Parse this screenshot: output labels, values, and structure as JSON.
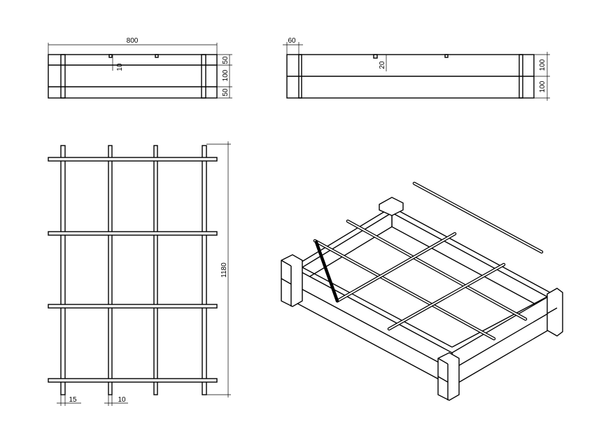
{
  "views": {
    "front": {
      "dim_width": "800",
      "dim_slot": "10",
      "dim_top": "50",
      "dim_mid": "100",
      "dim_bot": "50"
    },
    "side": {
      "dim_post": "60",
      "dim_slot": "20",
      "dim_upper": "100",
      "dim_lower": "100"
    },
    "top": {
      "dim_length": "1180",
      "dim_left_gap": "15",
      "dim_rod": "10"
    }
  },
  "colors": {
    "line": "#000000",
    "background": "#ffffff"
  }
}
